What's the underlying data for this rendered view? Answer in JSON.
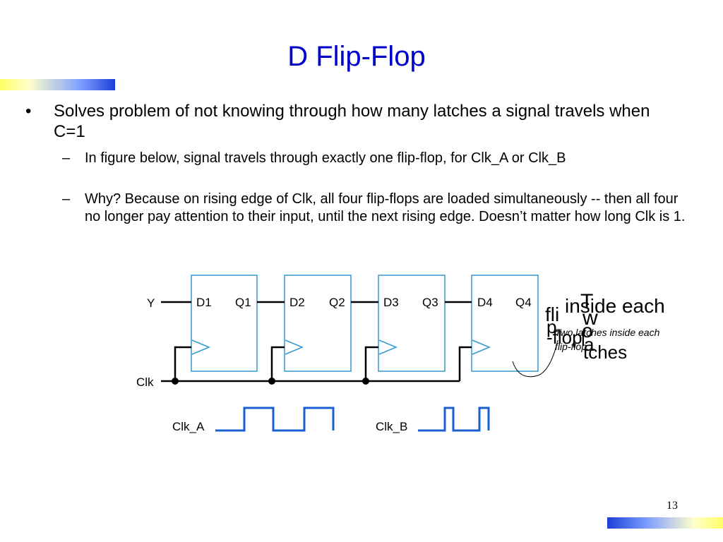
{
  "slide": {
    "title": "D Flip-Flop",
    "page_number": "13",
    "bullet": {
      "mark": "•",
      "text": "Solves problem of not knowing through how many latches a signal travels when C=1"
    },
    "sub_bullets": [
      {
        "mark": "–",
        "text": "In figure below, signal travels through exactly one flip-flop, for Clk_A or Clk_B"
      },
      {
        "mark": "–",
        "text": "Why? Because on rising edge of Clk, all four flip-flops are loaded simultaneously -- then all four no longer pay attention to their input, until the next rising edge. Doesn’t matter how long Clk is 1."
      }
    ]
  },
  "diagram": {
    "input_label": "Y",
    "clk_label": "Clk",
    "flip_flops": [
      {
        "d": "D1",
        "q": "Q1"
      },
      {
        "d": "D2",
        "q": "Q2"
      },
      {
        "d": "D3",
        "q": "Q3"
      },
      {
        "d": "D4",
        "q": "Q4"
      }
    ],
    "callout": "Two latches inside each flip-flop",
    "callout_overlay": {
      "t": "T",
      "w": "w",
      "o": "o",
      "inside_each": "inside each",
      "fli": "fli",
      "p": "p",
      "flop": "-flop",
      "l": "l",
      "a": "a",
      "tches": "tches"
    },
    "waveforms": [
      {
        "label": "Clk_A"
      },
      {
        "label": "Clk_B"
      }
    ]
  },
  "colors": {
    "title": "#0000cc",
    "box": "#3399cc",
    "wire": "#000000",
    "wave": "#1a5fd0"
  }
}
